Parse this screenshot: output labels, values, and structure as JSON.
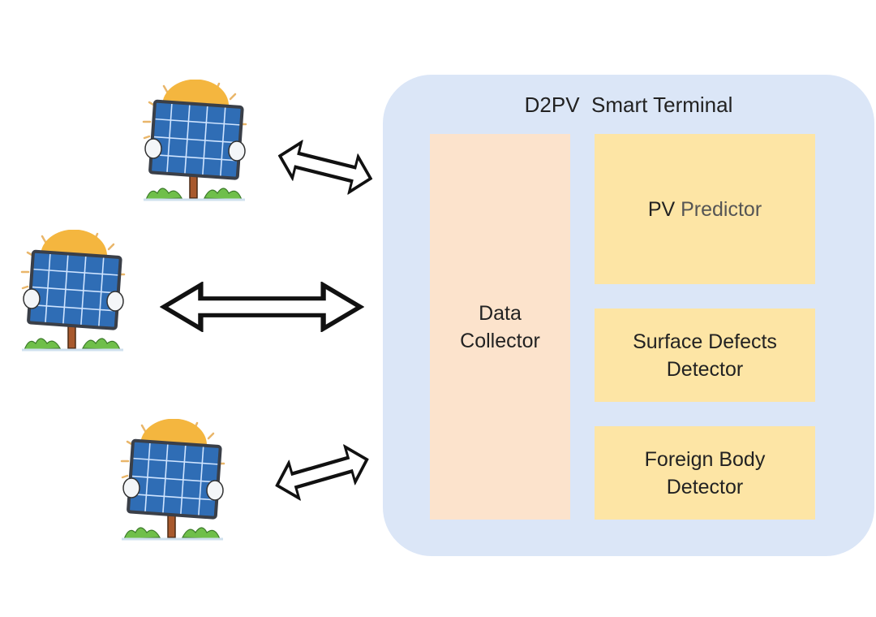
{
  "terminal": {
    "title": "D2PV  Smart Terminal",
    "data_collector": "Data Collector",
    "modules": {
      "pv_predictor_a": "PV",
      "pv_predictor_b": "Predictor",
      "surface_defects": "Surface Defects Detector",
      "foreign_body": "Foreign Body Detector"
    }
  },
  "colors": {
    "terminal_bg": "#dbe6f7",
    "collector_bg": "#fce3cc",
    "module_bg": "#fde5a5",
    "panel_blue": "#2f6db5"
  }
}
